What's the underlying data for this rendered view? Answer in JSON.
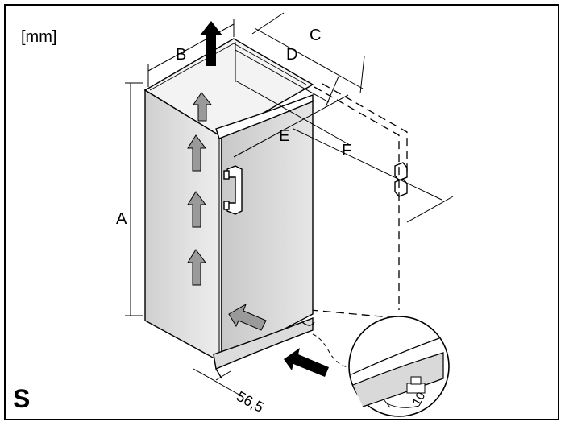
{
  "unit_label": "[mm]",
  "variant_label": "S",
  "dimension_labels": {
    "a": "A",
    "b": "B",
    "c": "C",
    "d": "D",
    "e": "E",
    "f": "F"
  },
  "foot_dimension": "56,5",
  "detail_dimension": "10",
  "colors": {
    "line": "#000000",
    "fill_light": "#f2f2f2",
    "fill_mid": "#d9d9d9",
    "arrow_gray": "#9a9a9a"
  }
}
